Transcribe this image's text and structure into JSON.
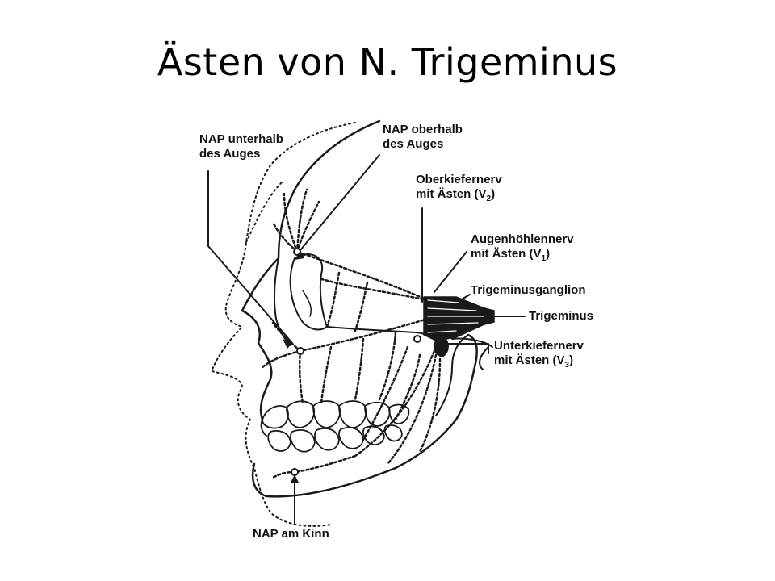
{
  "slide": {
    "title": "Ästen von N. Trigeminus"
  },
  "labels": {
    "nap_under_eye": {
      "line1": "NAP unterhalb",
      "line2": "des Auges"
    },
    "nap_above_eye": {
      "line1": "NAP oberhalb",
      "line2": "des Auges"
    },
    "maxillary": {
      "line1": "Oberkiefernerv",
      "line2_pre": "mit Ästen (V",
      "line2_sub": "2",
      "line2_post": ")"
    },
    "ophthalmic": {
      "line1": "Augenhöhlennerv",
      "line2_pre": "mit Ästen (V",
      "line2_sub": "1",
      "line2_post": ")"
    },
    "ganglion": {
      "line1": "Trigeminusganglion"
    },
    "trigeminus": {
      "line1": "Trigeminus"
    },
    "mandibular": {
      "line1": "Unterkiefernerv",
      "line2_pre": "mit Ästen (V",
      "line2_sub": "3",
      "line2_post": ")"
    },
    "nap_chin": {
      "line1": "NAP am Kinn"
    }
  },
  "colors": {
    "ink": "#1a1a1a",
    "background": "#ffffff"
  }
}
